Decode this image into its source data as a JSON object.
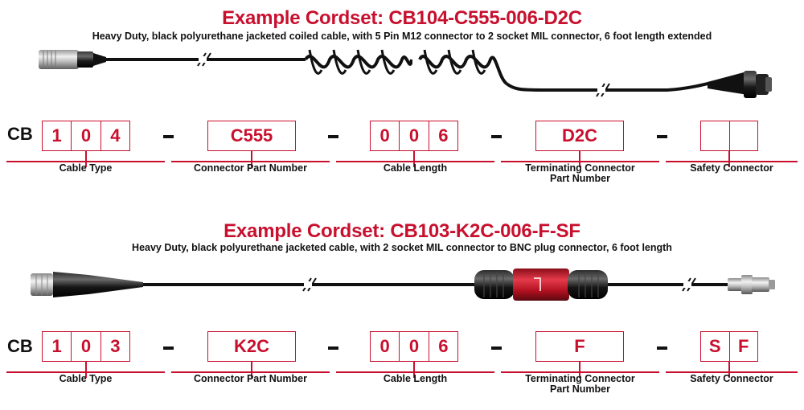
{
  "cordsets": [
    {
      "title": "Example Cordset: CB104-C555-006-D2C",
      "subtitle": "Heavy Duty, black polyurethane jacketed coiled cable, with 5 Pin M12 connector to 2 socket MIL connector, 6 foot length extended",
      "prefix": "CB",
      "cable_type": [
        "1",
        "0",
        "4"
      ],
      "connector_part": "C555",
      "cable_length": [
        "0",
        "0",
        "6"
      ],
      "terminating": "D2C",
      "safety": [
        "",
        ""
      ]
    },
    {
      "title": "Example Cordset: CB103-K2C-006-F-SF",
      "subtitle": "Heavy Duty, black polyurethane jacketed cable, with 2 socket MIL connector to BNC plug connector, 6 foot length",
      "prefix": "CB",
      "cable_type": [
        "1",
        "0",
        "3"
      ],
      "connector_part": "K2C",
      "cable_length": [
        "0",
        "0",
        "6"
      ],
      "terminating": "F",
      "safety": [
        "S",
        "F"
      ]
    }
  ],
  "labels": {
    "cable_type": "Cable Type",
    "connector_part": "Connector Part Number",
    "cable_length": "Cable Length",
    "terminating_1": "Terminating Connector",
    "terminating_2": "Part Number",
    "safety": "Safety Connector"
  },
  "colors": {
    "accent": "#c8102e",
    "text": "#111111",
    "cable": "#111111"
  }
}
